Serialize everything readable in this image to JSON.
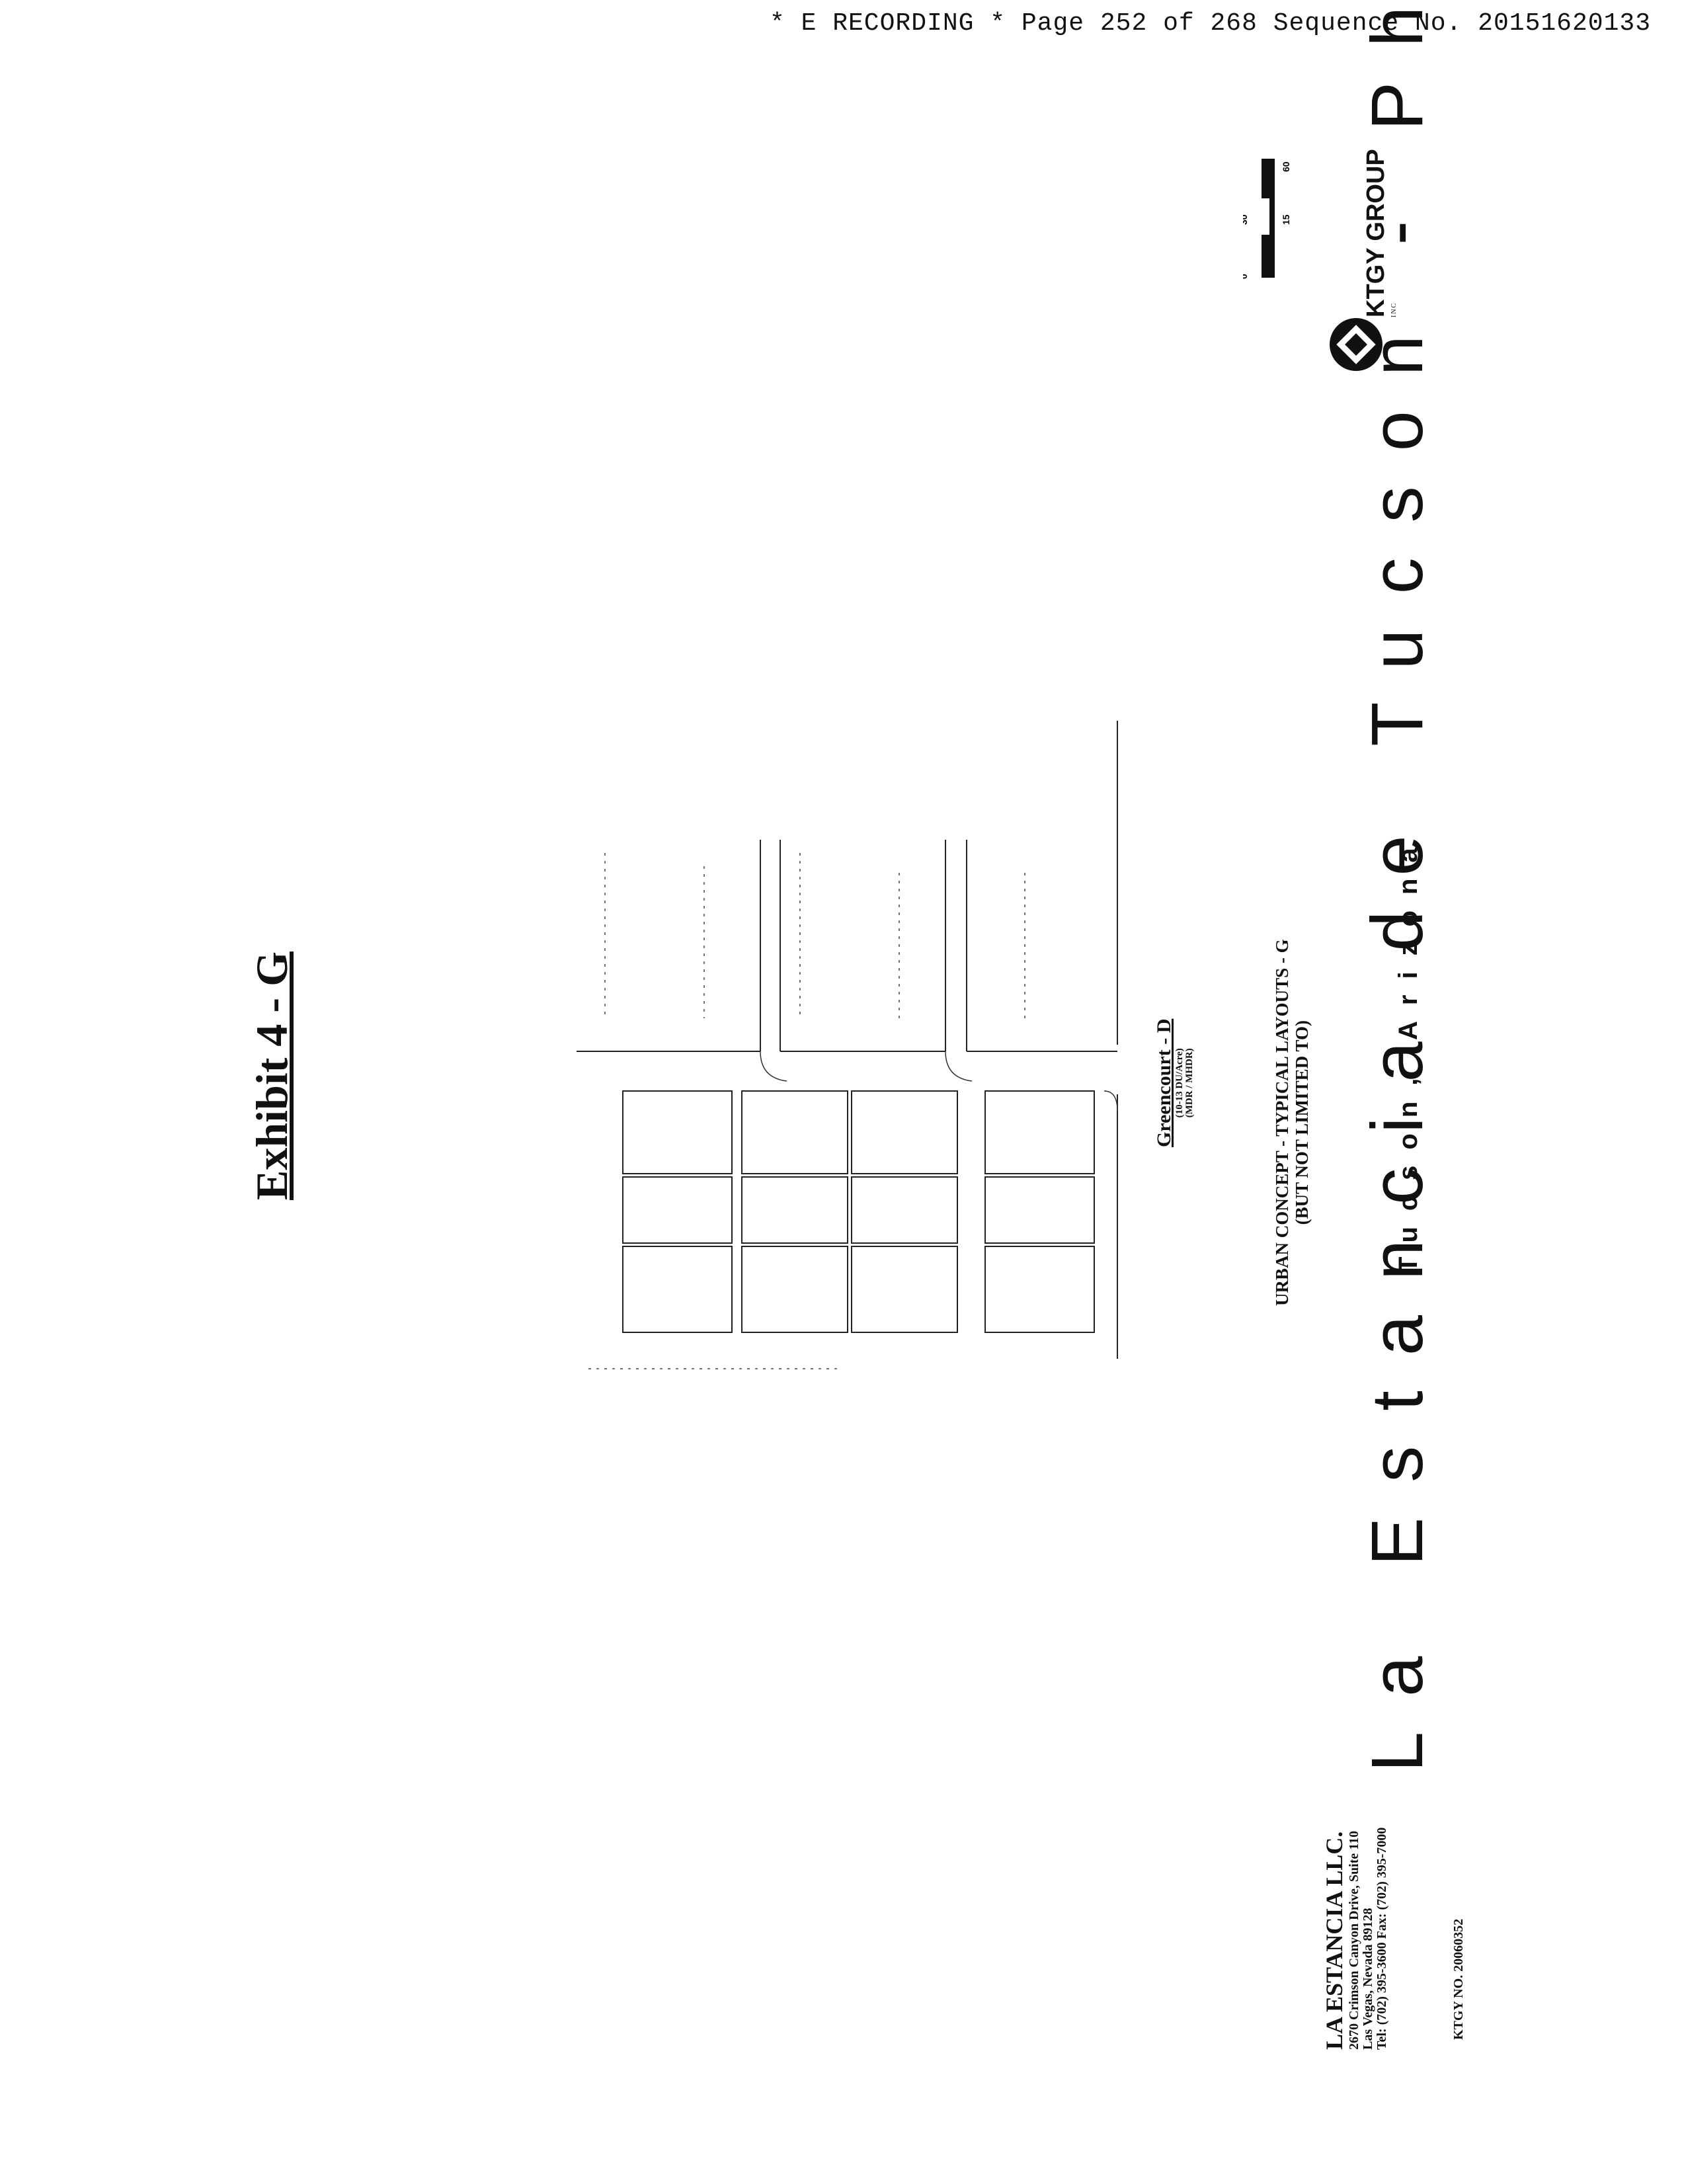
{
  "header": {
    "text": "* E RECORDING * Page 252 of 268 Sequence No. 20151620133"
  },
  "exhibit": {
    "title": "Exhibit 4 - G"
  },
  "plan": {
    "name": "Greencourt - D",
    "density": "(10-13 DU/Acre)",
    "zoning": "(MDR / MHDR)"
  },
  "concept": {
    "line1": "URBAN CONCEPT - TYPICAL LAYOUTS - G",
    "line2": "(BUT NOT LIMITED TO)"
  },
  "project": {
    "title": "La Estancia de Tucson - Phase II",
    "city": "Tucson, Arizona"
  },
  "client": {
    "name": "LA ESTANCIA LLC.",
    "address1": "2670 Crimson Canyon Drive, Suite 110",
    "address2": "Las Vegas, Nevada 89128",
    "phone": "Tel: (702) 395-3600   Fax: (702) 395-7000"
  },
  "job_number": "KTGY NO. 20060352",
  "firm": {
    "name": "KTGY GROUP",
    "suffix": "INC"
  },
  "scale": {
    "labels": [
      "0",
      "30",
      "15",
      "60"
    ]
  }
}
